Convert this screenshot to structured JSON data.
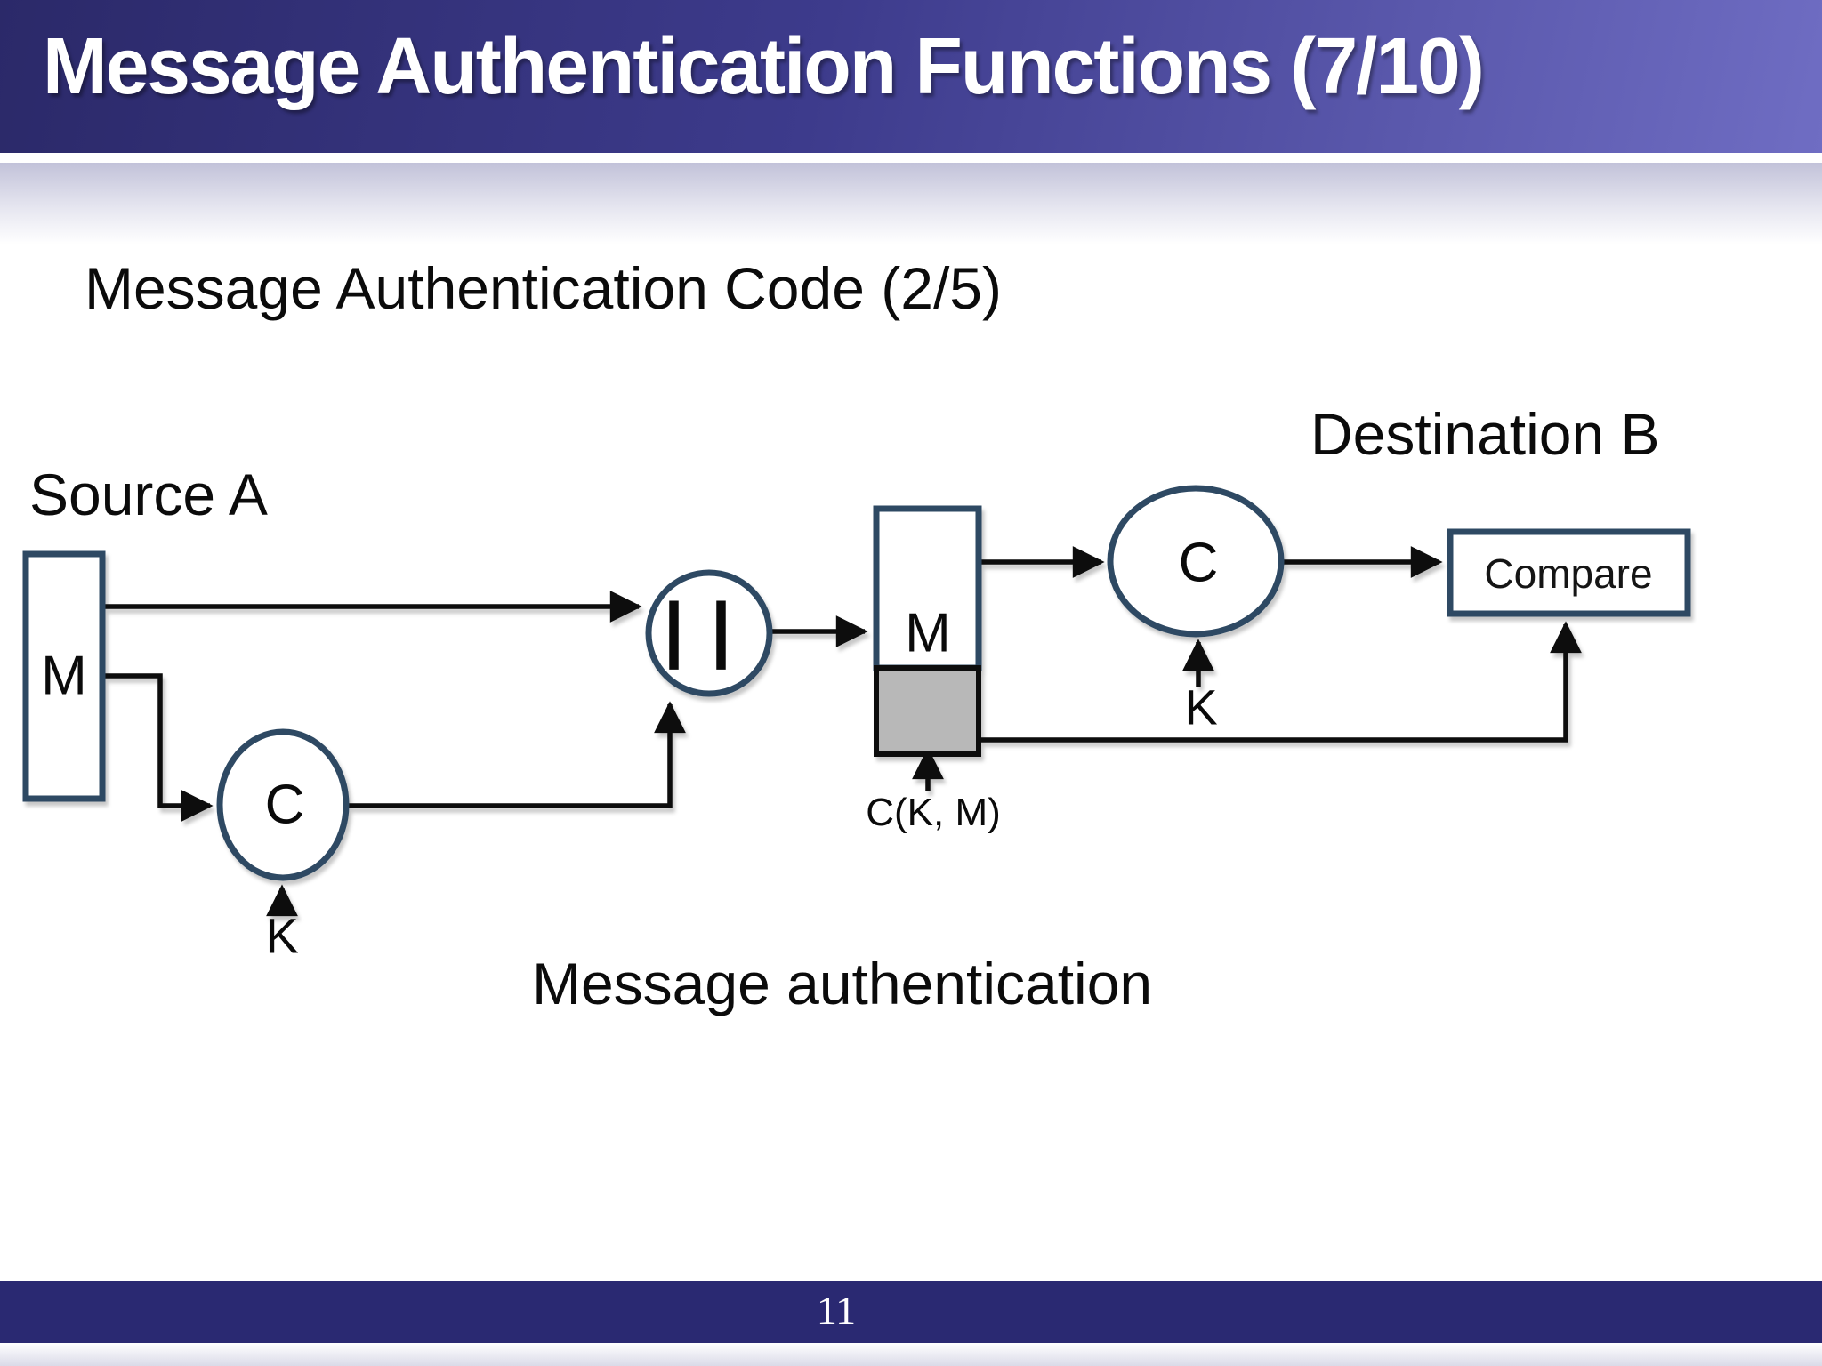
{
  "slide": {
    "title": "Message Authentication Functions (7/10)",
    "subtitle": "Message Authentication Code (2/5)",
    "caption": "Message authentication",
    "page_number": "11"
  },
  "diagram": {
    "source_label": "Source A",
    "destination_label": "Destination B",
    "source_message": "M",
    "transmitted_message": "M",
    "mac_function_source": "C",
    "mac_function_dest": "C",
    "key_source": "K",
    "key_dest": "K",
    "concat_symbol": "||",
    "mac_value": "C(K, M)",
    "compare_label": "Compare"
  },
  "colors": {
    "title_bar_left": "#2b2969",
    "title_bar_right": "#6f6dc3",
    "fade_band_top": "#c2c2d9",
    "footer_bar": "#2a2972",
    "shape_stroke": "#2f4a63",
    "mac_section_fill": "#b8b8b8",
    "line_color": "#0c0c0c",
    "title_text": "#ffffff",
    "body_text": "#0b0b0b"
  }
}
